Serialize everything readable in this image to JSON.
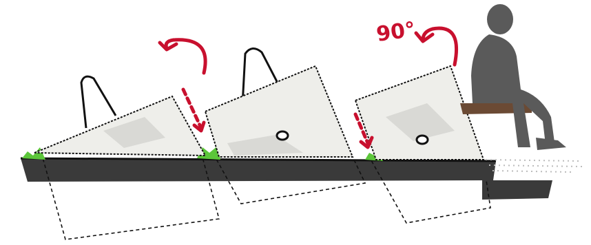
{
  "annotations": {
    "rotation_angle_label": "90°"
  },
  "colors": {
    "arrow_red": "#c8102e",
    "grass_green": "#5cc63a",
    "block_fill": "#eeeeea",
    "block_stain": "#d3d3cf",
    "ground_dark": "#3a3a3a",
    "person_gray": "#5a5a5a",
    "bench_brown": "#6b4a34",
    "outline_black": "#111111"
  },
  "icons": {
    "person": "seated-person-silhouette",
    "rotation_arrow": "curved-arrow-counterclockwise"
  }
}
